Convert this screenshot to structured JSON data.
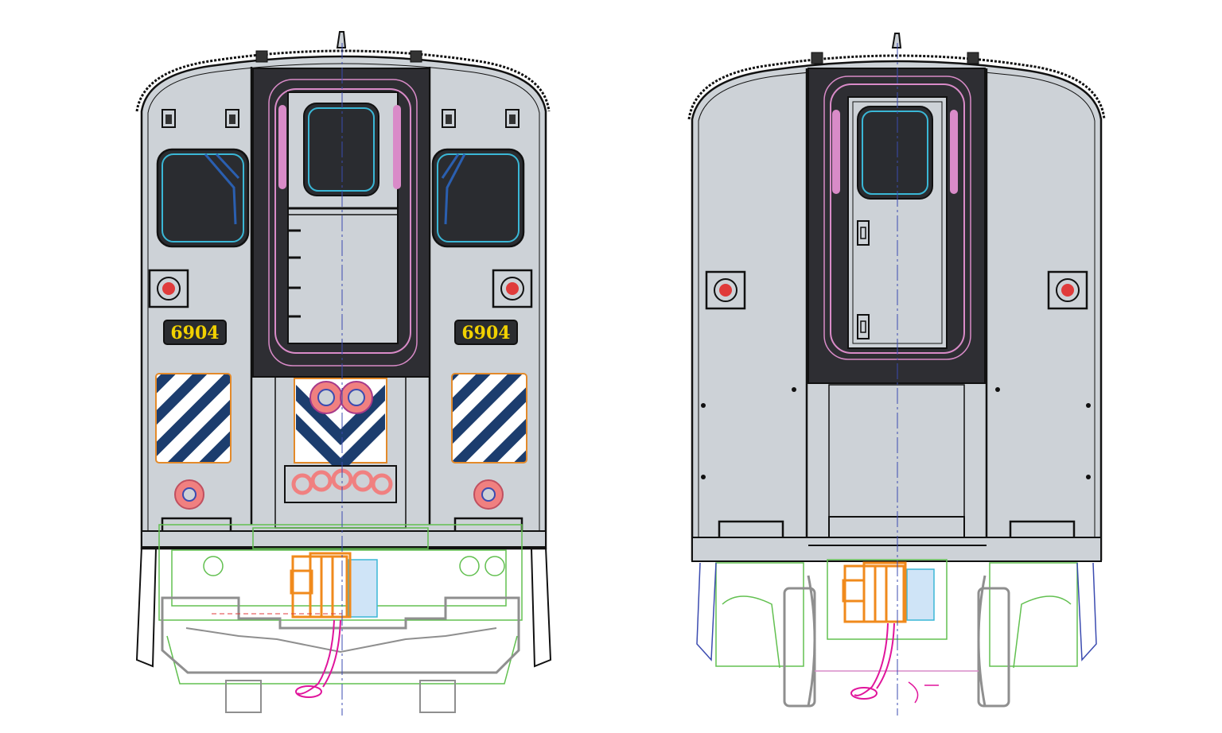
{
  "views": [
    {
      "id": "cab-end",
      "car_number_left": "6904",
      "car_number_right": "6904"
    },
    {
      "id": "blind-end"
    }
  ],
  "colors": {
    "body": "#cdd2d7",
    "outline": "#111111",
    "door_dark": "#2e2e33",
    "window_glass": "#2a2c30",
    "window_cyan": "#3ab7d6",
    "pink": "#d98bc8",
    "stripe_blue": "#1c3d6e",
    "stripe_frame": "#e38a2a",
    "number_text": "#f1d100",
    "green": "#62c050",
    "orange": "#f08a1c",
    "gray_truck": "#8f8f8f",
    "magenta": "#e0149b",
    "red": "#e03b3b",
    "salmon": "#f08080",
    "centerline": "#3b4bb0"
  }
}
